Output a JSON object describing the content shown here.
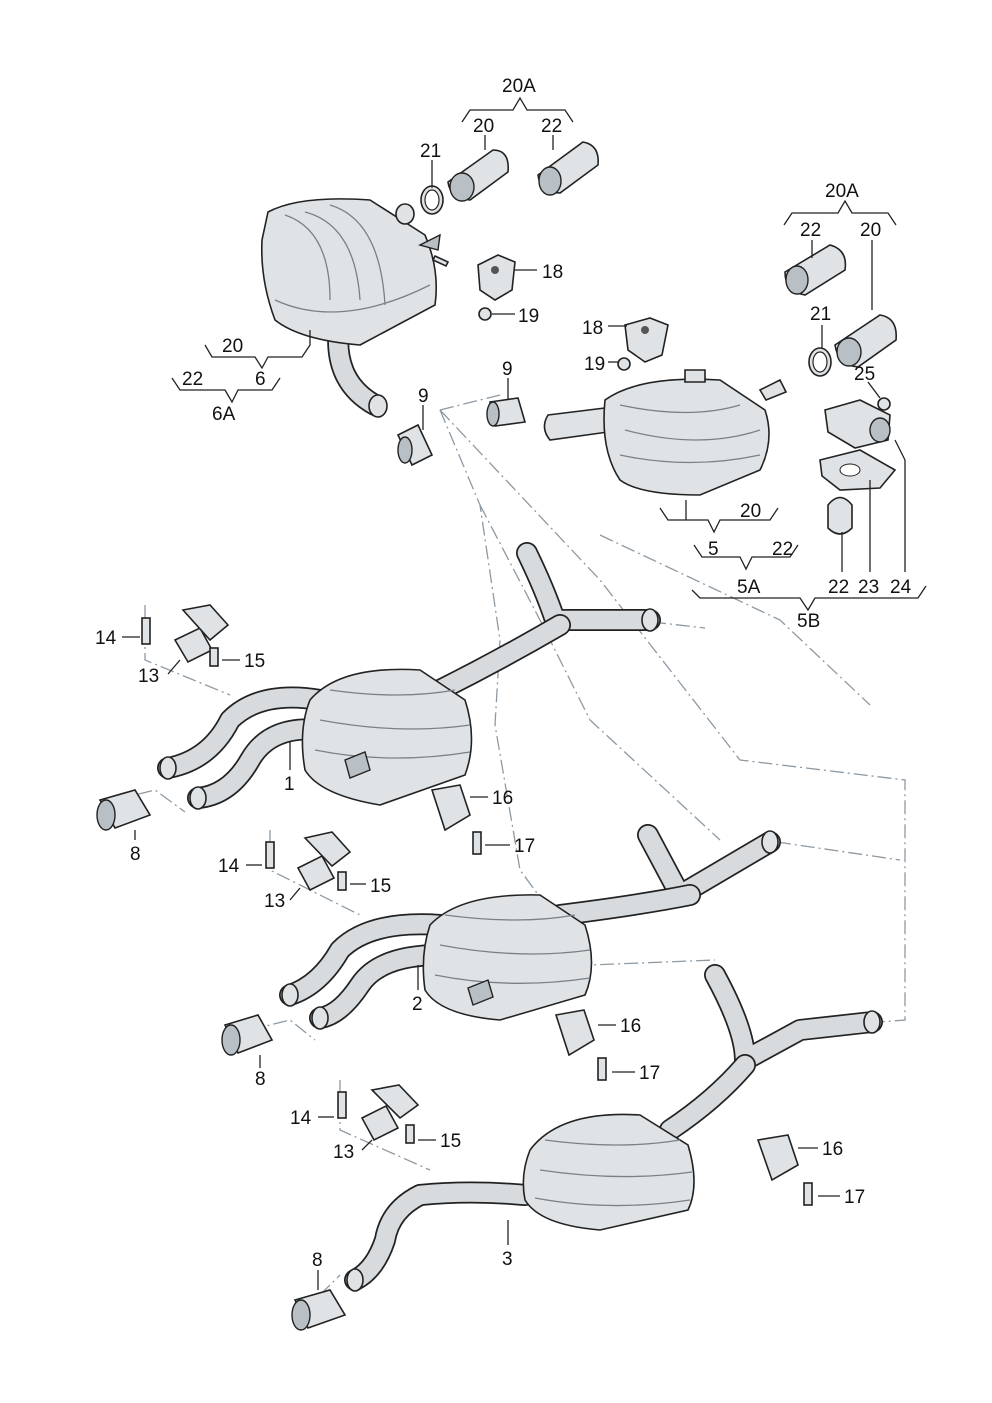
{
  "callouts": [
    {
      "id": "c20A-top",
      "text": "20A"
    },
    {
      "id": "c20-top",
      "text": "20"
    },
    {
      "id": "c22-top",
      "text": "22"
    },
    {
      "id": "c21-top",
      "text": "21"
    },
    {
      "id": "c18-top",
      "text": "18"
    },
    {
      "id": "c19-top",
      "text": "19"
    },
    {
      "id": "c20-6",
      "text": "20"
    },
    {
      "id": "c6",
      "text": "6"
    },
    {
      "id": "c22-6A",
      "text": "22"
    },
    {
      "id": "c6A",
      "text": "6A"
    },
    {
      "id": "c9-a",
      "text": "9"
    },
    {
      "id": "c9-b",
      "text": "9"
    },
    {
      "id": "c18-r",
      "text": "18"
    },
    {
      "id": "c19-r",
      "text": "19"
    },
    {
      "id": "c20A-r",
      "text": "20A"
    },
    {
      "id": "c22-r",
      "text": "22"
    },
    {
      "id": "c20-r",
      "text": "20"
    },
    {
      "id": "c21-r",
      "text": "21"
    },
    {
      "id": "c25",
      "text": "25"
    },
    {
      "id": "c20-5",
      "text": "20"
    },
    {
      "id": "c5",
      "text": "5"
    },
    {
      "id": "c22-5A",
      "text": "22"
    },
    {
      "id": "c5A",
      "text": "5A"
    },
    {
      "id": "c22-b",
      "text": "22"
    },
    {
      "id": "c23",
      "text": "23"
    },
    {
      "id": "c24",
      "text": "24"
    },
    {
      "id": "c5B",
      "text": "5B"
    },
    {
      "id": "c14-1",
      "text": "14"
    },
    {
      "id": "c13-1",
      "text": "13"
    },
    {
      "id": "c15-1",
      "text": "15"
    },
    {
      "id": "c1",
      "text": "1"
    },
    {
      "id": "c8-1",
      "text": "8"
    },
    {
      "id": "c16-1",
      "text": "16"
    },
    {
      "id": "c17-1",
      "text": "17"
    },
    {
      "id": "c14-2",
      "text": "14"
    },
    {
      "id": "c13-2",
      "text": "13"
    },
    {
      "id": "c15-2",
      "text": "15"
    },
    {
      "id": "c2",
      "text": "2"
    },
    {
      "id": "c8-2",
      "text": "8"
    },
    {
      "id": "c16-2",
      "text": "16"
    },
    {
      "id": "c17-2",
      "text": "17"
    },
    {
      "id": "c14-3",
      "text": "14"
    },
    {
      "id": "c13-3",
      "text": "13"
    },
    {
      "id": "c15-3",
      "text": "15"
    },
    {
      "id": "c3",
      "text": "3"
    },
    {
      "id": "c8-3",
      "text": "8"
    },
    {
      "id": "c16-3",
      "text": "16"
    },
    {
      "id": "c17-3",
      "text": "17"
    }
  ]
}
